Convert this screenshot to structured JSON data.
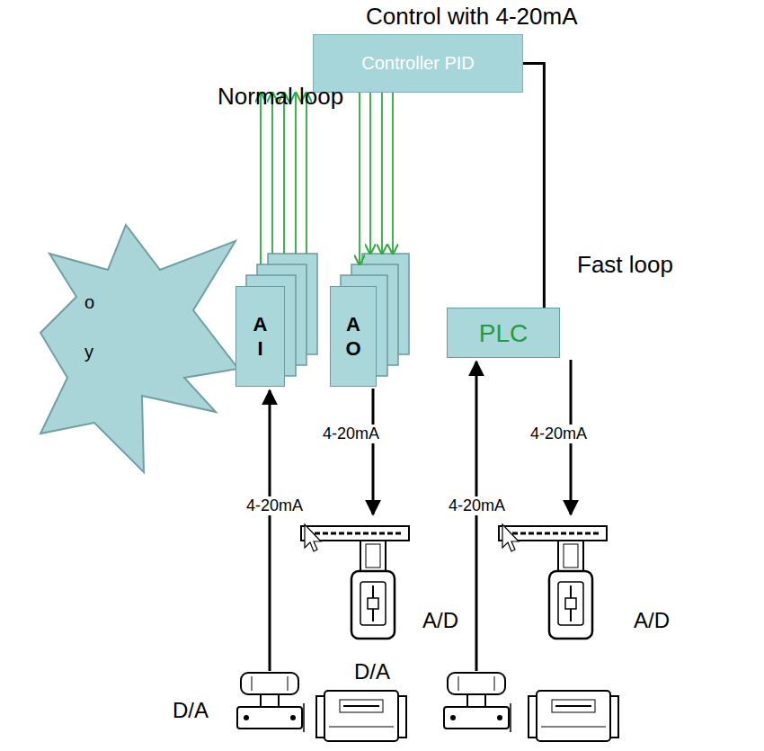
{
  "diagram": {
    "title": "Control with 4-20mA",
    "nodes": [
      {
        "text": [
          "Controller PID"
        ]
      },
      {
        "text": [
          "A I"
        ]
      },
      {
        "text": [
          "A O"
        ]
      },
      {
        "text": [
          "PLC"
        ]
      }
    ],
    "edges": [
      {
        "from": 1,
        "to": 0,
        "arrow": "to"
      },
      {
        "from": 1,
        "to": 0,
        "arrow": "to"
      },
      {
        "from": 1,
        "to": 0,
        "arrow": "to"
      },
      {
        "from": 1,
        "to": 0,
        "arrow": "to"
      },
      {
        "from": 1,
        "to": 0,
        "arrow": "to"
      },
      {
        "from": 0,
        "to": 2,
        "arrow": "to"
      },
      {
        "from": 0,
        "to": 2,
        "arrow": "to"
      },
      {
        "from": 0,
        "to": 2,
        "arrow": "to"
      },
      {
        "from": 0,
        "to": 2,
        "arrow": "to"
      },
      {
        "from": 0,
        "to": 3,
        "arrow": "none"
      }
    ],
    "labels": [
      "Normal loop",
      "Fast loop",
      "o",
      "y",
      "4-20mA",
      "4-20mA",
      "4-20mA",
      "4-20mA",
      "A/D",
      "A/D",
      "D/A",
      "D/A"
    ]
  }
}
